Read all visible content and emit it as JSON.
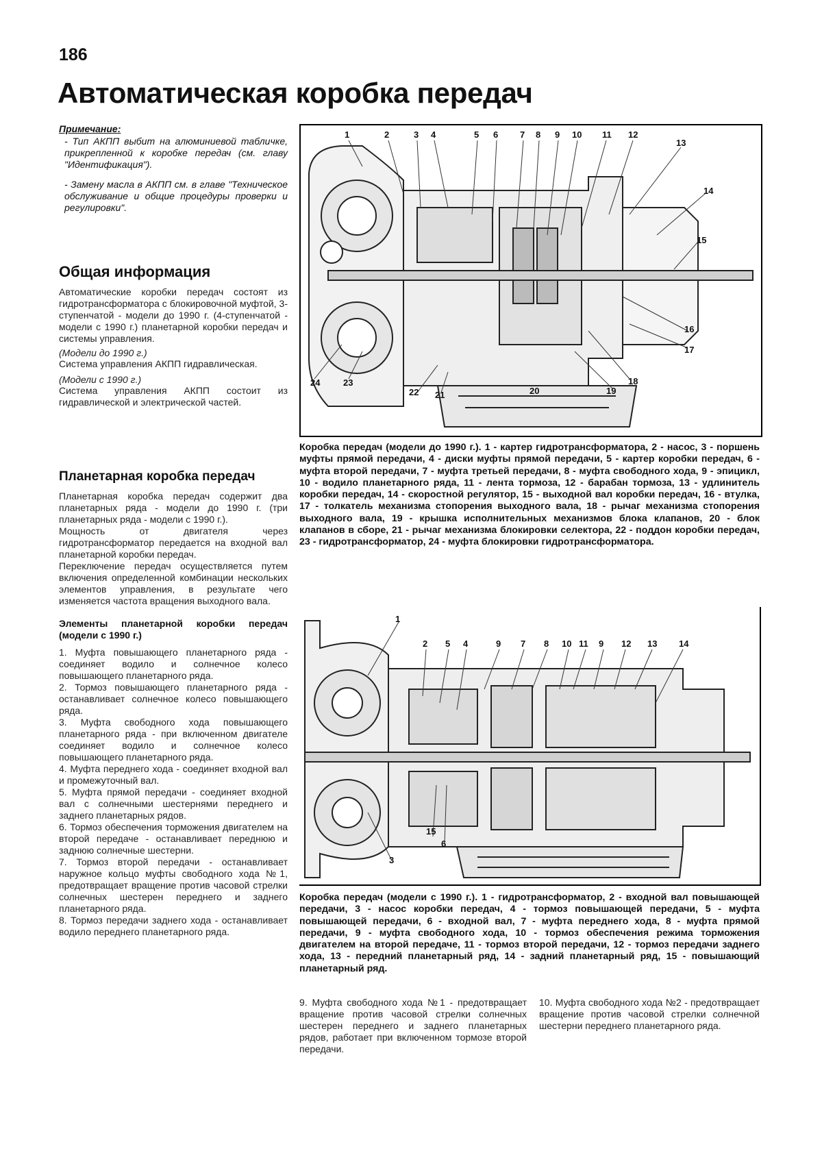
{
  "page_number": "186",
  "title": "Автоматическая коробка передач",
  "note": {
    "heading": "Примечание:",
    "items": [
      "- Тип АКПП выбит на алюминиевой табличке, прикрепленной к коробке передач (см. главу \"Идентификация\").",
      "- Замену масла в АКПП см. в главе \"Техническое обслуживание и общие процедуры проверки и регулировки\"."
    ]
  },
  "general": {
    "heading": "Общая информация",
    "intro": "Автоматические коробки передач состоят из гидротрансформатора с блокировочной муфтой, 3-ступенчатой - модели до 1990 г. (4-ступенчатой - модели с 1990 г.) планетарной коробки передач и системы управления.",
    "pre1990_label": "(Модели до 1990 г.)",
    "pre1990_text": "Система управления АКПП гидравлическая.",
    "post1990_label": "(Модели с 1990 г.)",
    "post1990_text": "Система управления АКПП состоит из гидравлической и электрической частей."
  },
  "planetary": {
    "heading": "Планетарная коробка передач",
    "p1": "Планетарная коробка передач содержит два планетарных ряда - модели до 1990 г. (три планетарных ряда - модели с 1990 г.).",
    "p2": "Мощность от двигателя через гидротрансформатор передается на входной вал планетарной коробки передач.",
    "p3": "Переключение передач осуществляется путем включения определенной комбинации нескольких элементов управления, в результате чего изменяется частота вращения выходного вала.",
    "elements_heading": "Элементы планетарной коробки передач (модели с 1990 г.)",
    "items": [
      "1. Муфта повышающего планетарного ряда - соединяет водило и солнечное колесо повышающего планетарного ряда.",
      "2. Тормоз повышающего планетарного ряда - останавливает солнечное колесо повышающего ряда.",
      "3. Муфта свободного хода повышающего планетарного ряда - при включенном двигателе соединяет водило и солнечное колесо повышающего планетарного ряда.",
      "4. Муфта переднего хода - соединяет входной вал и промежуточный вал.",
      "5. Муфта прямой передачи - соединяет входной вал с солнечными шестернями переднего и заднего планетарных рядов.",
      "6. Тормоз обеспечения торможения двигателем на второй передаче - останавливает переднюю и заднюю солнечные шестерни.",
      "7. Тормоз второй передачи - останавливает наружное кольцо муфты свободного хода №1, предотвращает вращение против часовой стрелки солнечных шестерен переднего и заднего планетарного ряда.",
      "8. Тормоз передачи заднего хода - останавливает водило переднего планетарного ряда."
    ]
  },
  "figure1": {
    "labels": [
      "1",
      "2",
      "3",
      "4",
      "5",
      "6",
      "7",
      "8",
      "9",
      "10",
      "11",
      "12",
      "13",
      "14",
      "15",
      "16",
      "17",
      "18",
      "19",
      "20",
      "21",
      "22",
      "23",
      "24"
    ],
    "caption": "Коробка передач (модели до 1990 г.). 1 - картер гидротрансформатора, 2 - насос, 3 - поршень муфты прямой передачи, 4 - диски муфты прямой передачи, 5 - картер коробки передач, 6 - муфта второй передачи, 7 - муфта третьей передачи, 8 - муфта свободного хода, 9 - эпицикл, 10 - водило планетарного ряда, 11 - лента тормоза, 12 - барабан тормоза, 13 - удлинитель коробки передач, 14 - скоростной регулятор, 15 - выходной вал коробки передач, 16 - втулка, 17 - толкатель механизма стопорения выходного вала, 18 - рычаг механизма стопорения выходного вала, 19 - крышка исполнительных механизмов блока клапанов, 20 - блок клапанов в сборе, 21 - рычаг механизма блокировки селектора, 22 - поддон коробки передач, 23 - гидротрансформатор, 24 - муфта блокировки гидротрансформатора."
  },
  "figure2": {
    "labels": [
      "1",
      "2",
      "3",
      "4",
      "5",
      "6",
      "7",
      "8",
      "9",
      "10",
      "11",
      "12",
      "13",
      "14",
      "15"
    ],
    "caption": "Коробка передач (модели с 1990 г.). 1 - гидротрансформатор, 2 - входной вал повышающей передачи, 3 - насос коробки передач, 4 - тормоз повышающей передачи, 5 - муфта повышающей передачи, 6 - входной вал, 7 - муфта переднего хода, 8 - муфта прямой передачи, 9 - муфта свободного хода, 10 - тормоз обеспечения режима торможения двигателем на второй передаче, 11 - тормоз второй передачи, 12 - тормоз передачи заднего хода, 13 - передний планетарный ряд, 14 - задний планетарный ряд, 15 - повышающий планетарный ряд."
  },
  "bottom": {
    "item9": "9. Муфта свободного хода №1 - предотвращает вращение против часовой стрелки солнечных шестерен переднего и заднего планетарных рядов, работает при включенном тормозе второй передачи.",
    "item10": "10. Муфта свободного хода №2 - предотвращает вращение против часовой стрелки солнечной шестерни переднего планетарного ряда."
  }
}
